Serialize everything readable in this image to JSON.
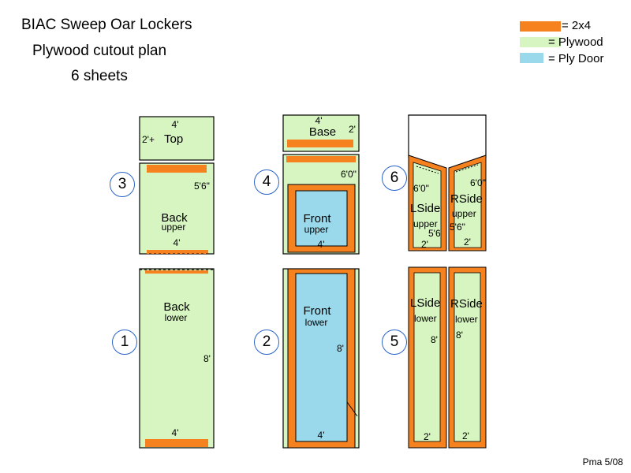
{
  "title": {
    "line1": "BIAC Sweep Oar Lockers",
    "line2": "Plywood cutout plan",
    "line3": "6 sheets"
  },
  "legend": [
    {
      "label": "= 2x4",
      "color": "#f5821f"
    },
    {
      "label": "= Plywood",
      "color": "#d6f5c0"
    },
    {
      "label": "= Ply Door",
      "color": "#9ad9ec"
    }
  ],
  "sheet_numbers": {
    "n1": "1",
    "n2": "2",
    "n3": "3",
    "n4": "4",
    "n5": "5",
    "n6": "6"
  },
  "panels": {
    "top": {
      "name": "Top",
      "width": "4'",
      "depth": "2'+"
    },
    "back_upper": {
      "name": "Back",
      "sub": "upper",
      "height": "5'6\"",
      "width": "4'"
    },
    "back_lower": {
      "name": "Back",
      "sub": "lower",
      "height": "8'",
      "width": "4'"
    },
    "base": {
      "name": "Base",
      "width": "4'",
      "depth": "2'"
    },
    "front_upper": {
      "name": "Front",
      "sub": "upper",
      "height": "6'0\"",
      "width": "4'"
    },
    "front_lower": {
      "name": "Front",
      "sub": "lower",
      "height": "8'",
      "width": "4'"
    },
    "lside_upper": {
      "name": "LSide",
      "sub": "upper",
      "top_height": "6'0\"",
      "bottom_height": "5'6",
      "width": "2'"
    },
    "rside_upper": {
      "name": "RSide",
      "sub": "upper",
      "top_height": "6'0\"",
      "bottom_height": "5'6\"",
      "width": "2'"
    },
    "lside_lower": {
      "name": "LSide",
      "sub": "lower",
      "height": "8'",
      "width": "2'"
    },
    "rside_lower": {
      "name": "RSide",
      "sub": "lower",
      "height": "8'",
      "width": "2'"
    }
  },
  "footer": "Pma 5/08"
}
